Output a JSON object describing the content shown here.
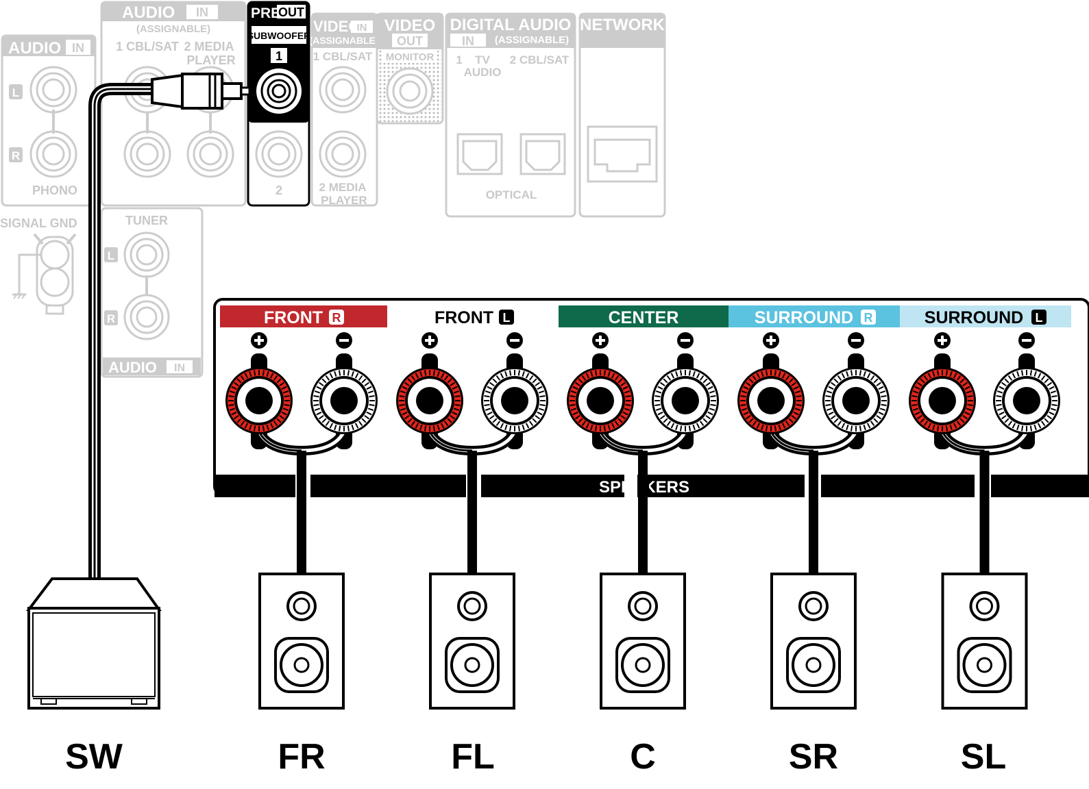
{
  "colors": {
    "front_r": "#c0282d",
    "center": "#0e6a4a",
    "surround_r": "#5bc2e0",
    "surround_l": "#bfe4f2",
    "terminal_red": "#e0261b",
    "faded": "#cccccc"
  },
  "panel": {
    "audio_in_left": {
      "title": "AUDIO",
      "badge": "IN",
      "l": "L",
      "r": "R",
      "label": "PHONO"
    },
    "audio_in_top": {
      "title": "AUDIO",
      "badge": "IN",
      "assignable": "(ASSIGNABLE)",
      "jack1": "1 CBL/SAT",
      "jack2": "2 MEDIA",
      "jack2b": "PLAYER"
    },
    "pre_out": {
      "pre": "PRE",
      "out": "OUT",
      "subwoofer": "SUBWOOFER",
      "num1": "1",
      "num2": "2"
    },
    "video_in": {
      "title": "VIDEO",
      "badge": "IN",
      "assignable": "(ASSIGNABLE)",
      "jack1": "1 CBL/SAT",
      "jack2": "2 MEDIA",
      "jack2b": "PLAYER"
    },
    "video_out": {
      "title": "VIDEO",
      "badge": "OUT",
      "monitor": "MONITOR"
    },
    "digital_audio": {
      "title": "DIGITAL AUDIO",
      "badge": "IN",
      "assignable": "(ASSIGNABLE)",
      "jack1": "1",
      "jack1b": "TV",
      "jack1c": "AUDIO",
      "jack2": "2 CBL/SAT",
      "label": "OPTICAL"
    },
    "network": {
      "title": "NETWORK"
    },
    "signal_gnd": "SIGNAL GND",
    "tuner": {
      "title": "TUNER",
      "l": "L",
      "r": "R",
      "audio": "AUDIO",
      "badge": "IN"
    }
  },
  "speakers_panel": {
    "label": "SPEAKERS",
    "channels": [
      {
        "name": "FRONT",
        "badge": "R"
      },
      {
        "name": "FRONT",
        "badge": "L"
      },
      {
        "name": "CENTER",
        "badge": ""
      },
      {
        "name": "SURROUND",
        "badge": "R"
      },
      {
        "name": "SURROUND",
        "badge": "L"
      }
    ]
  },
  "devices": {
    "subwoofer": "SW",
    "speakers": [
      "FR",
      "FL",
      "C",
      "SR",
      "SL"
    ]
  }
}
